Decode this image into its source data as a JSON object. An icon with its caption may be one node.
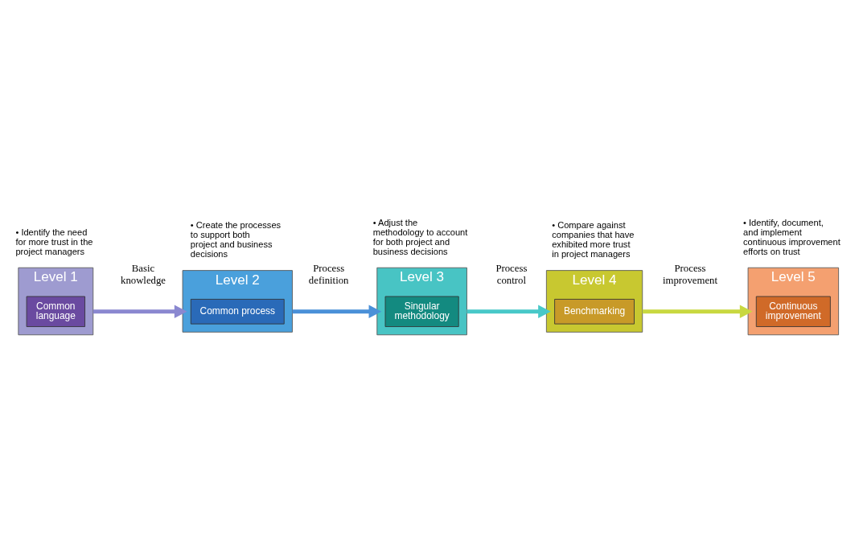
{
  "diagram": {
    "nodes": [
      {
        "text": [
          "Level 1"
        ],
        "beside": [
          "• Identify the need for more trust in the project managers"
        ]
      },
      {
        "text": [
          "Common language"
        ],
        "in": 0
      },
      {
        "text": [
          "Level 2"
        ],
        "beside": [
          "• Create the processes to support both project and business decisions"
        ]
      },
      {
        "text": [
          "Common process"
        ],
        "in": 2
      },
      {
        "text": [
          "Level 3"
        ],
        "beside": [
          "• Adjust the methodology to account for both project and business decisions"
        ]
      },
      {
        "text": [
          "Singular methodology"
        ],
        "in": 4
      },
      {
        "text": [
          "Level 4"
        ],
        "beside": [
          "• Compare against companies that have exhibited more trust in project managers"
        ]
      },
      {
        "text": [
          "Benchmarking"
        ],
        "in": 6
      },
      {
        "text": [
          "Level 5"
        ],
        "beside": [
          "• Identify, document, and implement continuous improvement efforts on trust"
        ]
      },
      {
        "text": [
          "Continuous improvement"
        ],
        "in": 8
      }
    ],
    "edges": [
      {
        "from": 0,
        "to": 2,
        "arrow": "to",
        "label": "Basic knowledge",
        "color": "#8a88d0"
      },
      {
        "from": 2,
        "to": 4,
        "arrow": "to",
        "label": "Process definition",
        "color": "#4a90d8"
      },
      {
        "from": 4,
        "to": 6,
        "arrow": "to",
        "label": "Process control",
        "color": "#48c8c8"
      },
      {
        "from": 6,
        "to": 8,
        "arrow": "to",
        "label": "Process improvement",
        "color": "#c8d840"
      }
    ]
  }
}
